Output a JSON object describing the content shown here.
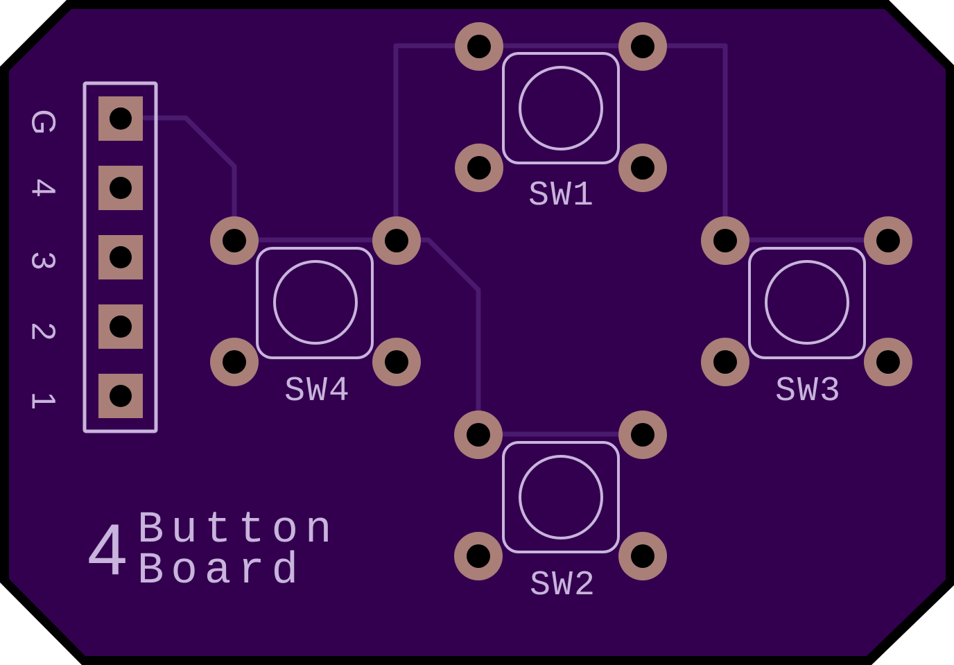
{
  "board": {
    "colors": {
      "outline": "#000000",
      "substrate": "#33004f",
      "trace": "#4a1a6e",
      "silkscreen": "#c8b4dc",
      "pad_copper": "#a97f78",
      "drill": "#000000"
    }
  },
  "header": {
    "pin_labels": [
      "G",
      "4",
      "3",
      "2",
      "1"
    ]
  },
  "switches": [
    {
      "label": "SW1"
    },
    {
      "label": "SW2"
    },
    {
      "label": "SW3"
    },
    {
      "label": "SW4"
    }
  ],
  "title": {
    "number": "4",
    "line1": "Button",
    "line2": "Board"
  }
}
